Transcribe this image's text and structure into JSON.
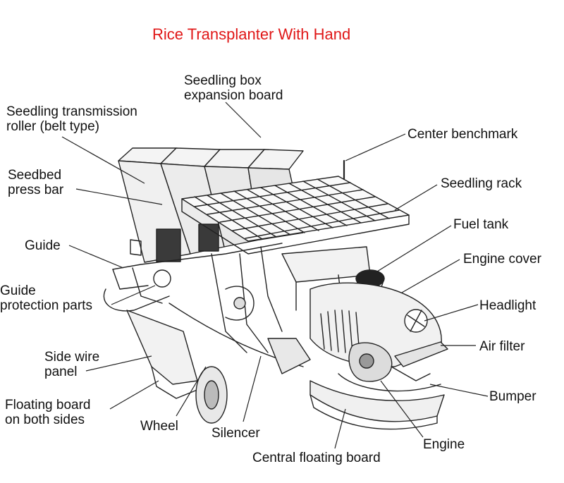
{
  "title": "Rice Transplanter With Hand",
  "colors": {
    "title": "#e01818",
    "ink": "#111111",
    "line": "#222222"
  },
  "labels": {
    "seedling_box": [
      "Seedling box",
      "expansion board"
    ],
    "transmission_roller": [
      "Seedling transmission",
      "roller (belt type)"
    ],
    "center_benchmark": "Center benchmark",
    "seedbed_press_bar": [
      "Seedbed",
      "press bar"
    ],
    "seedling_rack": "Seedling rack",
    "fuel_tank": "Fuel tank",
    "guide": "Guide",
    "engine_cover": "Engine cover",
    "guide_protection": [
      "Guide",
      "protection parts"
    ],
    "headlight": "Headlight",
    "air_filter": "Air filter",
    "side_wire_panel": [
      "Side wire",
      "panel"
    ],
    "bumper": "Bumper",
    "floating_board_sides": [
      "Floating board",
      "on both sides"
    ],
    "wheel": "Wheel",
    "silencer": "Silencer",
    "engine": "Engine",
    "central_floating_board": "Central floating board"
  }
}
